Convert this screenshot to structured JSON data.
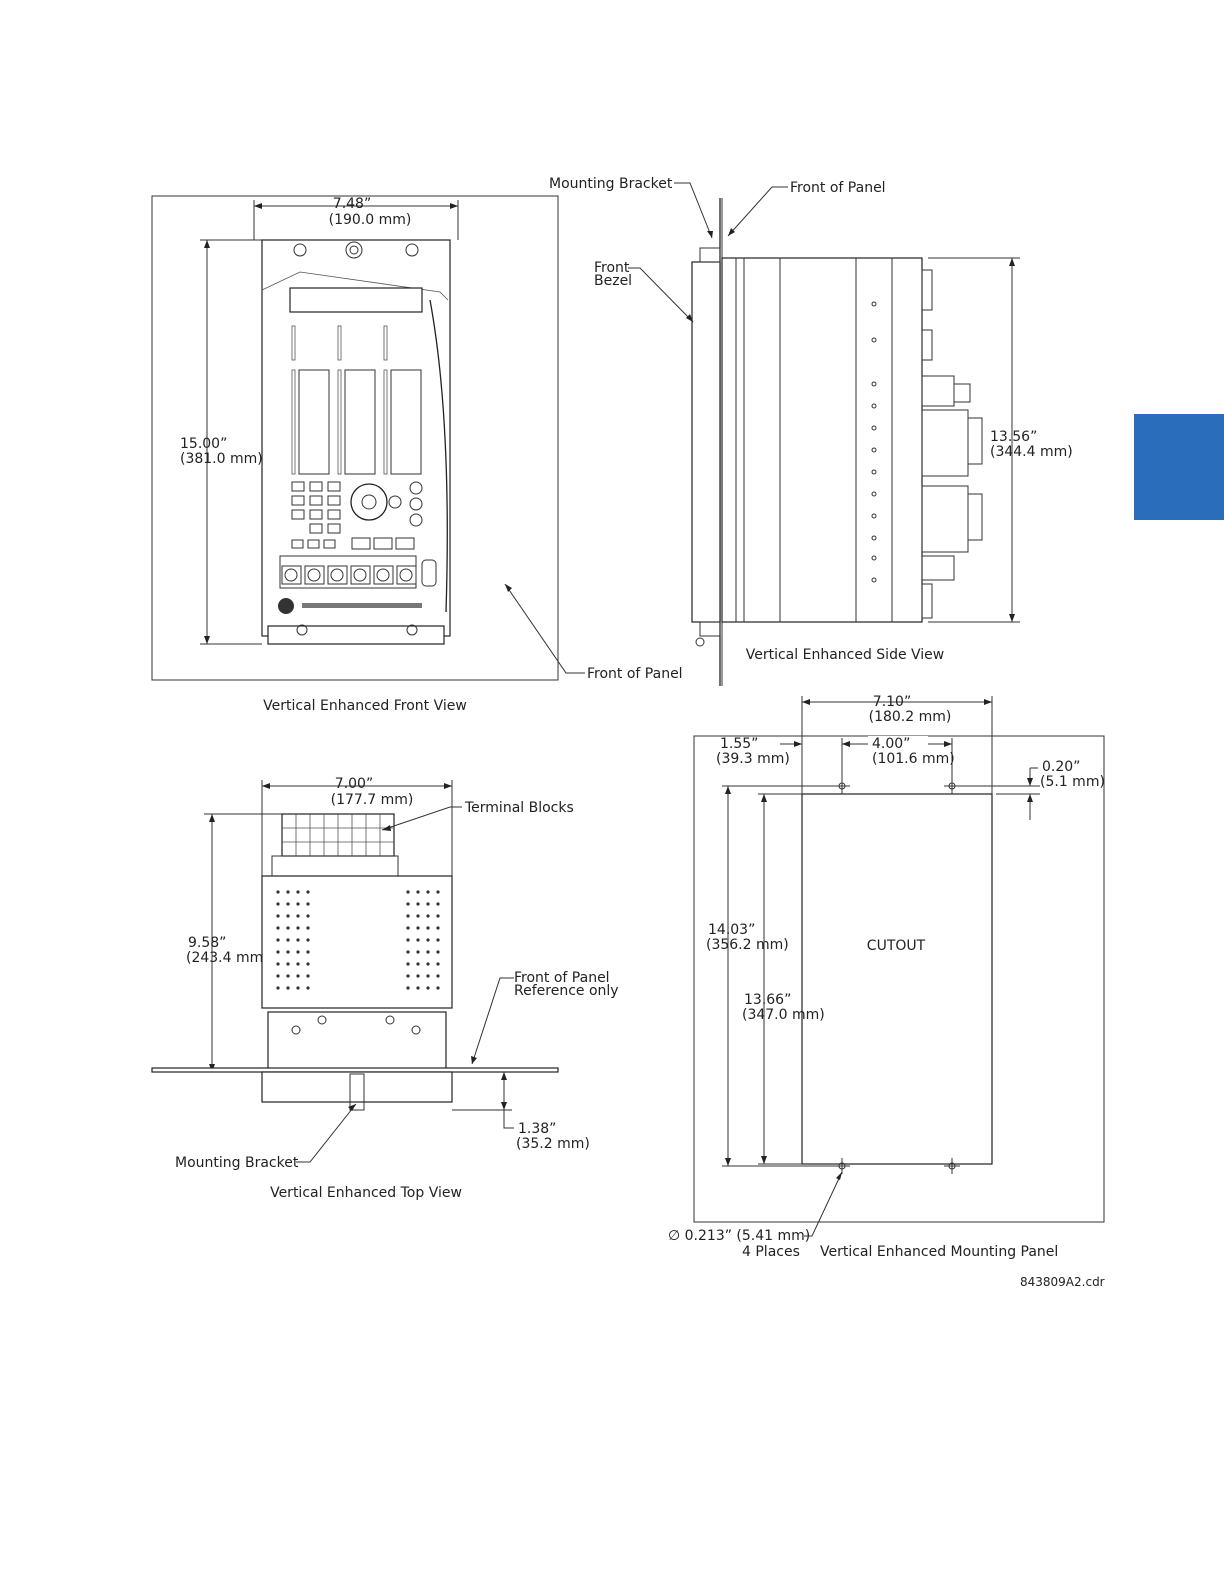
{
  "labels": {
    "mounting_bracket_top": "Mounting Bracket",
    "front_of_panel_top": "Front of Panel",
    "front_bezel_1": "Front",
    "front_bezel_2": "Bezel",
    "front_of_panel_front": "Front of Panel",
    "terminal_blocks": "Terminal Blocks",
    "front_of_panel_ref_1": "Front of Panel",
    "front_of_panel_ref_2": "Reference only",
    "mounting_bracket_bottom": "Mounting Bracket",
    "cutout": "CUTOUT",
    "hole_dia": "∅ 0.213”  (5.41 mm)",
    "hole_count": "4 Places",
    "drawing_id": "843809A2.cdr"
  },
  "captions": {
    "front": "Vertical Enhanced Front View",
    "side": "Vertical Enhanced Side View",
    "top": "Vertical Enhanced Top View",
    "panel": "Vertical Enhanced Mounting Panel"
  },
  "dimensions": {
    "front_width_in": "7.48”",
    "front_width_mm": "(190.0 mm)",
    "front_height_in": "15.00”",
    "front_height_mm": "(381.0 mm)",
    "side_height_in": "13.56”",
    "side_height_mm": "(344.4 mm)",
    "top_width_in": "7.00”",
    "top_width_mm": "(177.7 mm)",
    "top_depth_in": "9.58”",
    "top_depth_mm": "(243.4 mm)",
    "top_front_in": "1.38”",
    "top_front_mm": "(35.2 mm)",
    "panel_width_in": "7.10”",
    "panel_width_mm": "(180.2 mm)",
    "panel_offset_in": "1.55”",
    "panel_offset_mm": "(39.3 mm)",
    "panel_hole_spacing_in": "4.00”",
    "panel_hole_spacing_mm": "(101.6 mm)",
    "panel_hole_edge_in": "0.20”",
    "panel_hole_edge_mm": "(5.1 mm)",
    "panel_outer_h_in": "14.03”",
    "panel_outer_h_mm": "(356.2 mm)",
    "panel_inner_h_in": "13.66”",
    "panel_inner_h_mm": "(347.0 mm)"
  },
  "colors": {
    "line": "#222222",
    "tab": "#2a6ebb"
  }
}
